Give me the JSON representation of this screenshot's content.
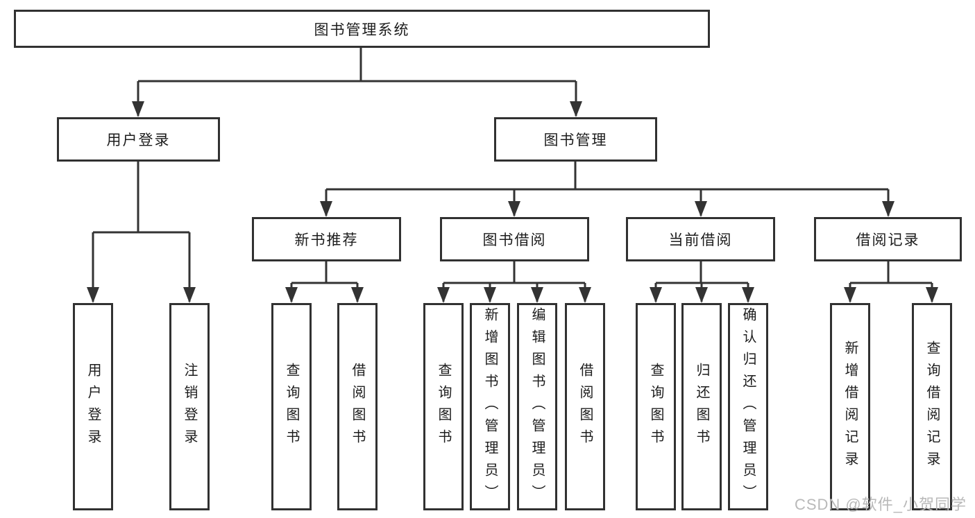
{
  "watermark": "CSDN @软件_小贺同学",
  "colors": {
    "line": "#333333",
    "box_border": "#313131",
    "text": "#1c1c1c",
    "watermark": "#b9b9b9",
    "background": "#ffffff"
  },
  "tree": {
    "label": "图书管理系统",
    "children": [
      {
        "label": "用户登录",
        "children": [
          {
            "label": "用户登录"
          },
          {
            "label": "注销登录"
          }
        ]
      },
      {
        "label": "图书管理",
        "children": [
          {
            "label": "新书推荐",
            "children": [
              {
                "label": "查询图书"
              },
              {
                "label": "借阅图书"
              }
            ]
          },
          {
            "label": "图书借阅",
            "children": [
              {
                "label": "查询图书"
              },
              {
                "label": "新增图书（管理员）"
              },
              {
                "label": "编辑图书（管理员）"
              },
              {
                "label": "借阅图书"
              }
            ]
          },
          {
            "label": "当前借阅",
            "children": [
              {
                "label": "查询图书"
              },
              {
                "label": "归还图书"
              },
              {
                "label": "确认归还（管理员）"
              }
            ]
          },
          {
            "label": "借阅记录",
            "children": [
              {
                "label": "新增借阅记录"
              },
              {
                "label": "查询借阅记录"
              }
            ]
          }
        ]
      }
    ]
  }
}
